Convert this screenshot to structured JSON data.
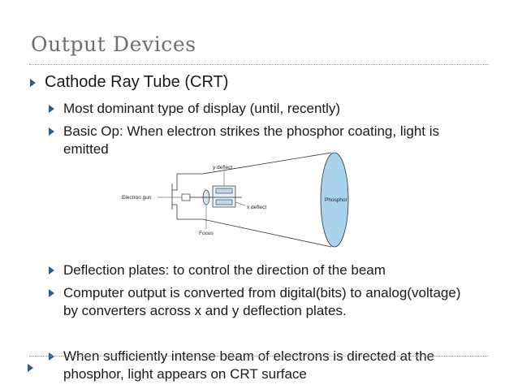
{
  "slide": {
    "title": "Output Devices",
    "bullets": [
      {
        "text": "Cathode Ray Tube (CRT)"
      },
      {
        "text": "Most dominant type of display (until, recently)"
      },
      {
        "text": "Basic Op: When electron strikes the phosphor coating, light is emitted"
      },
      {
        "text": "Deflection plates: to control the direction of the beam"
      },
      {
        "text": "Computer output is converted from digital(bits) to analog(voltage) by converters across x and y deflection plates."
      },
      {
        "text": "When sufficiently intense beam of electrons is directed at the phosphor, light appears on CRT surface"
      }
    ]
  },
  "diagram": {
    "labels": {
      "electron_gun": "Electron gun",
      "y_deflect": "y deflect",
      "x_deflect": "x deflect",
      "focus": "Focus",
      "phosphor": "Phosphor"
    }
  },
  "colors": {
    "bullet": "#2e5c8a",
    "title": "#6e6e6e",
    "phosphor_fill": "#a9d2ec"
  }
}
